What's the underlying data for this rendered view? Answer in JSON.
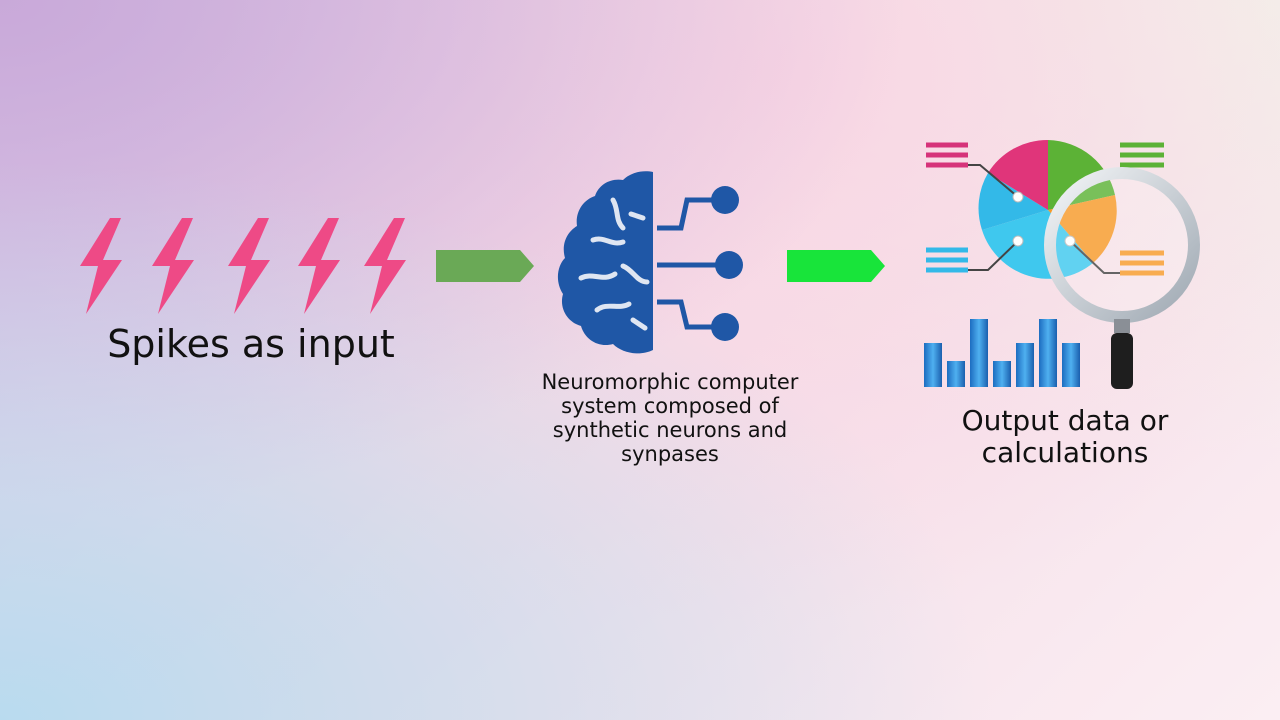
{
  "input": {
    "label": "Spikes as input",
    "icon": "lightning-bolt-icon",
    "color": "#ee4a86"
  },
  "arrows": {
    "first_color": "#6aa956",
    "second_color": "#18e43a"
  },
  "system": {
    "label": "Neuromorphic computer system composed of synthetic neurons and synpases",
    "icon": "brain-circuit-icon",
    "color": "#1f57a6"
  },
  "output": {
    "label": "Output data or calculations",
    "icon": "analytics-magnifier-icon"
  }
}
